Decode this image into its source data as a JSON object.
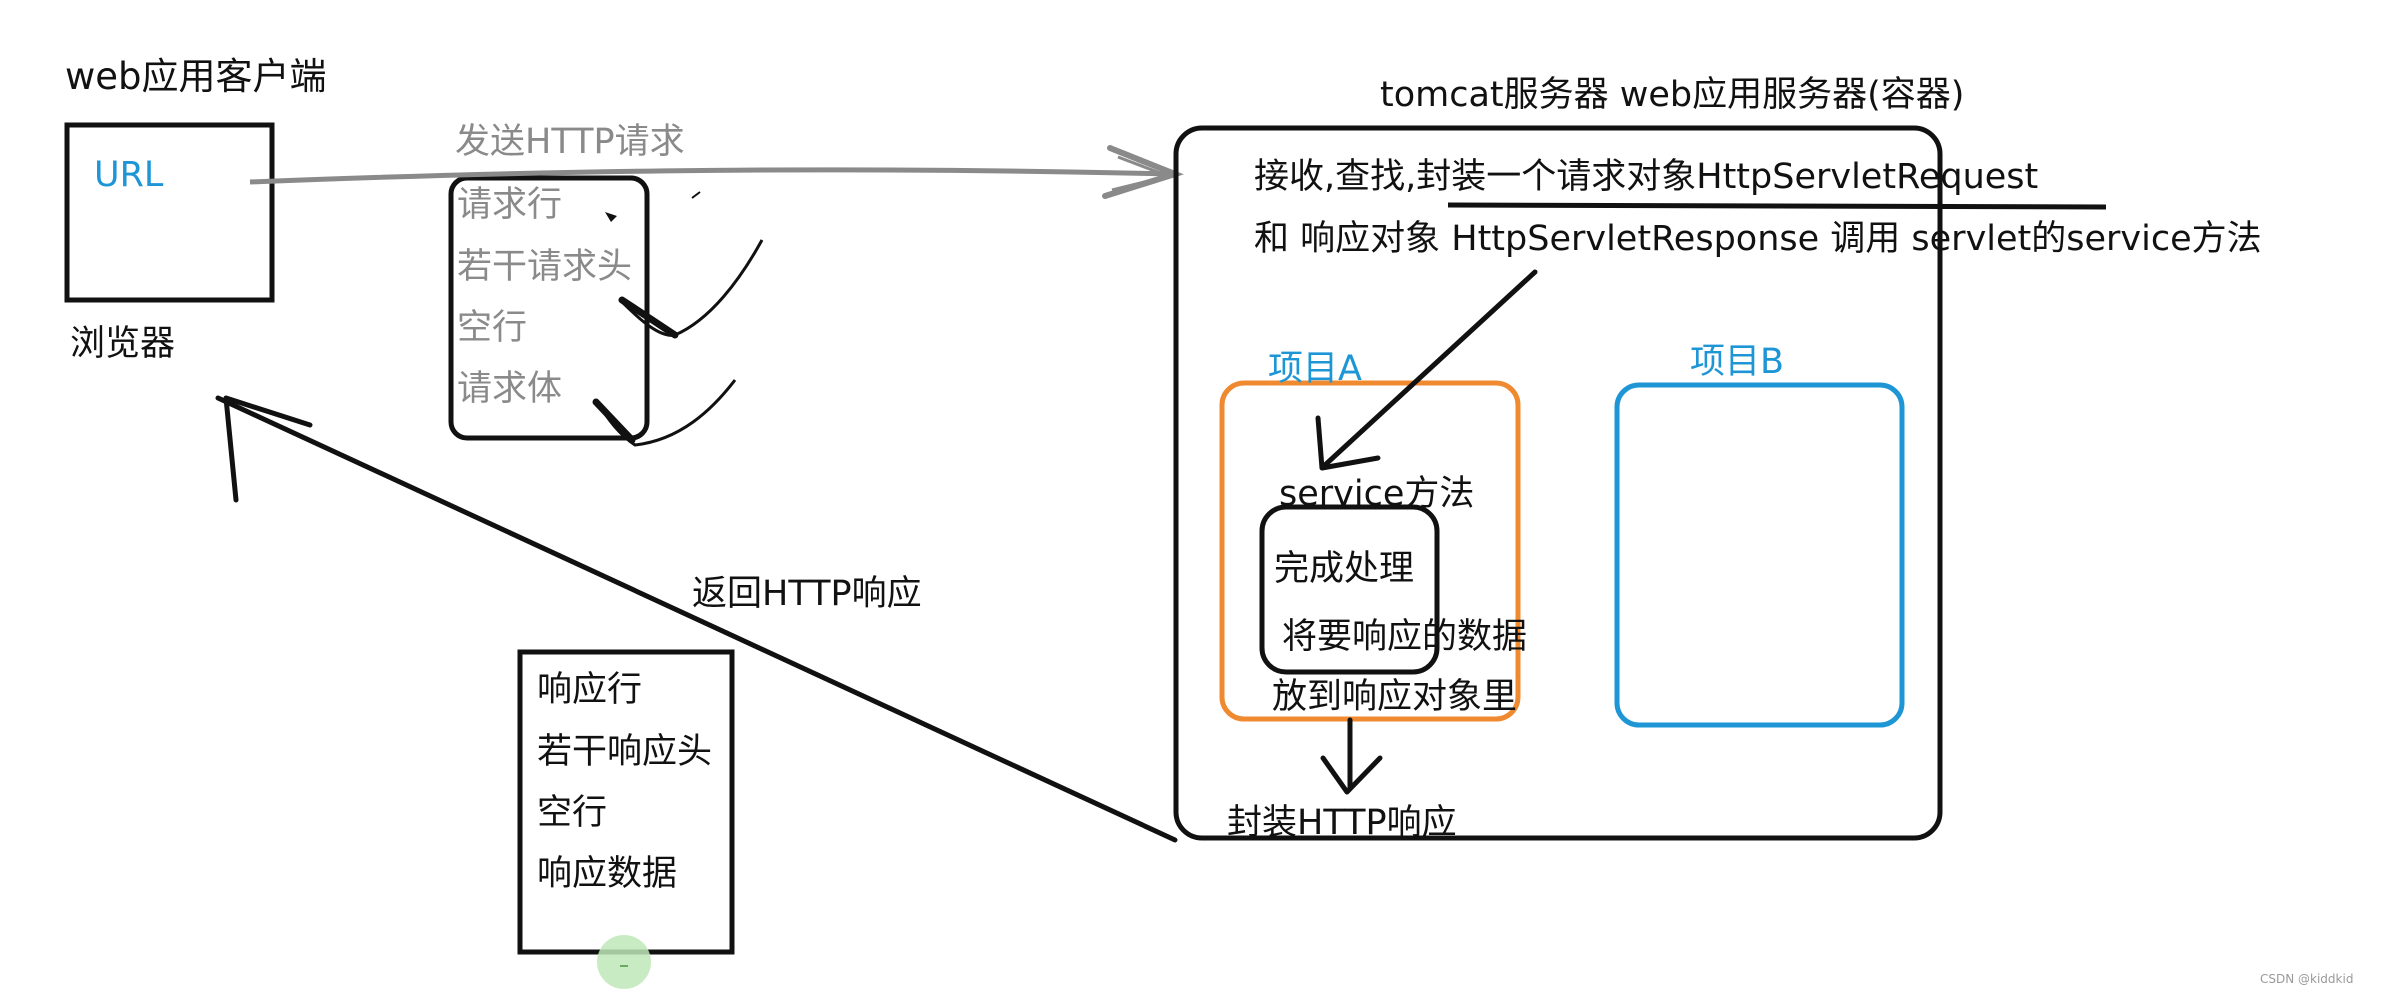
{
  "client": {
    "title": "web应用客户端",
    "url_label": "URL",
    "browser_label": "浏览器"
  },
  "request": {
    "arrow_label": "发送HTTP请求",
    "parts": [
      "请求行",
      "若干请求头",
      "空行",
      "请求体"
    ]
  },
  "server": {
    "title": "tomcat服务器 web应用服务器(容器)",
    "line1": "接收,查找,封装一个请求对象HttpServletRequest",
    "line2": "和 响应对象 HttpServletResponse 调用 servlet的service方法",
    "project_a": "项目A",
    "project_b": "项目B",
    "service_method": "service方法",
    "process_done": "完成处理",
    "put_data_1": "将要响应的数据",
    "put_data_2": "放到响应对象里",
    "wrap_response": "封装HTTP响应"
  },
  "response": {
    "arrow_label": "返回HTTP响应",
    "parts": [
      "响应行",
      "若干响应头",
      "空行",
      "响应数据"
    ]
  },
  "watermark": "CSDN @kiddkid",
  "colors": {
    "ink": "#111111",
    "gray": "#8a8a8a",
    "blue": "#1e96d6",
    "orange": "#f08a30",
    "green": "#bfe8b8"
  }
}
